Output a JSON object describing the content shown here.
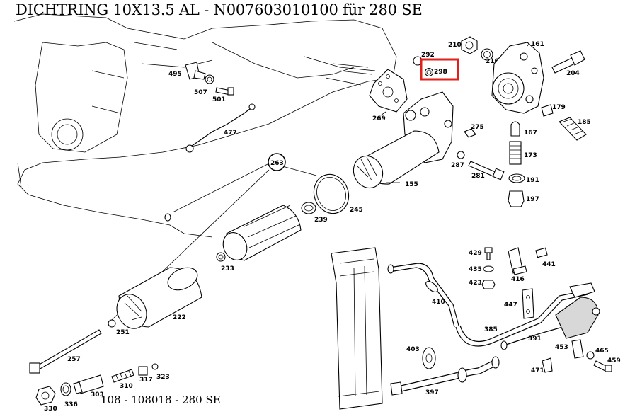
{
  "title": "DICHTRING 10X13.5 AL - N007603010100 für 280 SE",
  "footer": "108 - 108018 - 280 SE",
  "highlight_color": "#e0201a",
  "callouts": {
    "p298": "298",
    "p292": "292",
    "p210": "210",
    "p161": "161",
    "p216": "216",
    "p204": "204",
    "p179": "179",
    "p185": "185",
    "p167": "167",
    "p173": "173",
    "p191": "191",
    "p197": "197",
    "p269": "269",
    "p275": "275",
    "p287": "287",
    "p281": "281",
    "p155": "155",
    "p495": "495",
    "p507": "507",
    "p501": "501",
    "p477": "477",
    "p263": "263",
    "p245": "245",
    "p239": "239",
    "p233": "233",
    "p222": "222",
    "p251": "251",
    "p257": "257",
    "p317": "317",
    "p323": "323",
    "p310": "310",
    "p303": "303",
    "p330": "330",
    "p336": "336",
    "p429": "429",
    "p441": "441",
    "p435": "435",
    "p416": "416",
    "p423": "423",
    "p410": "410",
    "p447": "447",
    "p385": "385",
    "p391": "391",
    "p403": "403",
    "p453": "453",
    "p465": "465",
    "p459": "459",
    "p471": "471",
    "p397": "397"
  }
}
